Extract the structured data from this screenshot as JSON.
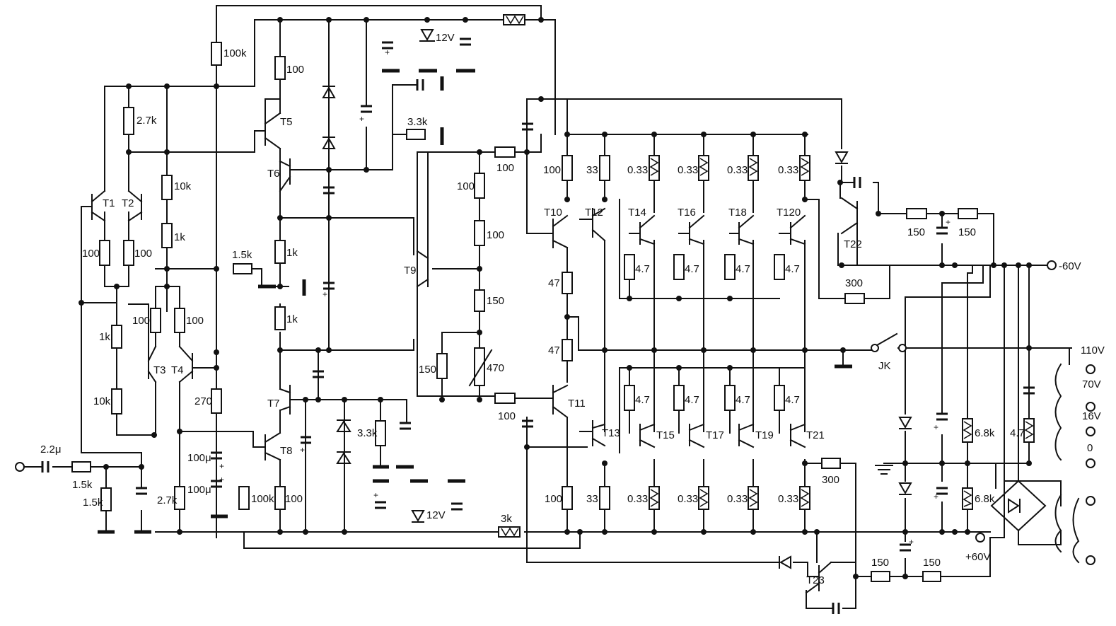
{
  "transistors": [
    "T1",
    "T2",
    "T3",
    "T4",
    "T5",
    "T6",
    "T7",
    "T8",
    "T9",
    "T10",
    "T11",
    "T12",
    "T13",
    "T14",
    "T15",
    "T16",
    "T17",
    "T18",
    "T19",
    "T120",
    "T21",
    "T22",
    "T23"
  ],
  "resistor_labels": {
    "r100k_top": "100k",
    "r100_t5": "100",
    "r2k7_top": "2.7k",
    "r10k_a": "10k",
    "r1k_a": "1k",
    "r100_t1": "100",
    "r100_t2": "100",
    "r1k5_mid": "1.5k",
    "r1k_t6a": "1k",
    "r1k_t6b": "1k",
    "r1k_left": "1k",
    "r10k_left": "10k",
    "r100_t3": "100",
    "r100_t4": "100",
    "r270": "270",
    "r2k7_bot": "2.7k",
    "r100k_bot": "100k",
    "r100_t8": "100",
    "r1k5_in_s": "1.5k",
    "r1k5_in_p": "1.5k",
    "r3k3_top": "3.3k",
    "r3k3_bot": "3.3k",
    "r100_d1": "100",
    "r100_d2": "100",
    "r150_d": "150",
    "r150_v": "150",
    "r470_v": "470",
    "r100_t9a": "100",
    "r100_t9b": "100",
    "r100_tb": "100",
    "r47_a": "47",
    "r47_b": "47",
    "r100_t10": "100",
    "r33_t12": "33",
    "r100_t11": "100",
    "r33_t13": "33",
    "r033": "0.33",
    "r47_e": "4.7",
    "r300_a": "300",
    "r300_b": "300",
    "r150_ps1": "150",
    "r150_ps2": "150",
    "r150_ps3": "150",
    "r150_ps4": "150",
    "r6k8_a": "6.8k",
    "r6k8_b": "6.8k",
    "r4k7_p": "4.7",
    "wire_3k": "3k"
  },
  "capacitor_labels": {
    "c_in": "2.2μ",
    "c100_a": "100μ",
    "c100_b": "100μ"
  },
  "zener_labels": {
    "z_top": "12V",
    "z_bot": "12V"
  },
  "supply_labels": {
    "neg": "-60V",
    "pos": "+60V"
  },
  "transformer_taps": [
    "110V",
    "70V",
    "16V",
    "0"
  ],
  "switch_label": "JK"
}
